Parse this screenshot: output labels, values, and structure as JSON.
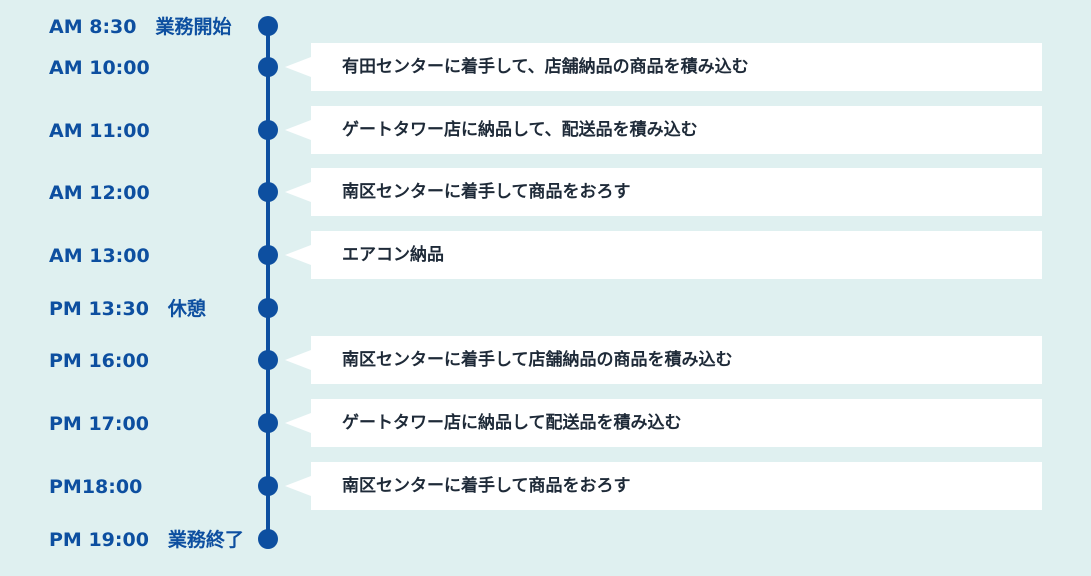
{
  "colors": {
    "accent": "#0d4fa0",
    "background": "#dff0f0",
    "card": "#ffffff",
    "text": "#1e2a38"
  },
  "schedule": [
    {
      "time": "AM 8:30　業務開始",
      "task": ""
    },
    {
      "time": "AM 10:00",
      "task": "有田センターに着手して、店舗納品の商品を積み込む"
    },
    {
      "time": "AM 11:00",
      "task": "ゲートタワー店に納品して、配送品を積み込む"
    },
    {
      "time": "AM 12:00",
      "task": "南区センターに着手して商品をおろす"
    },
    {
      "time": "AM 13:00",
      "task": "エアコン納品"
    },
    {
      "time": "PM 13:30　休憩",
      "task": ""
    },
    {
      "time": "PM 16:00",
      "task": "南区センターに着手して店舗納品の商品を積み込む"
    },
    {
      "time": "PM 17:00",
      "task": "ゲートタワー店に納品して配送品を積み込む"
    },
    {
      "time": "PM18:00",
      "task": "南区センターに着手して商品をおろす"
    },
    {
      "time": "PM 19:00　業務終了",
      "task": ""
    }
  ]
}
